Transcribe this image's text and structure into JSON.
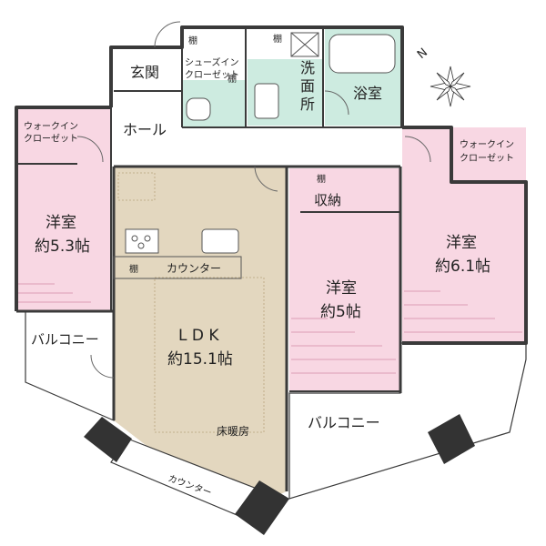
{
  "rooms": {
    "entrance": "玄関",
    "hall": "ホール",
    "shoes_closet": "シューズイン\nクローゼット",
    "shelf_top1": "棚",
    "shelf_top2": "棚",
    "shelf_top3": "棚",
    "washroom": "洗\n面\n所",
    "bathroom": "浴室",
    "wic_left": "ウォークイン\nクローゼット",
    "wic_right": "ウォークイン\nクローゼット",
    "western_left": "洋室",
    "western_left_size": "約5.3帖",
    "western_center": "洋室",
    "western_center_size": "約5帖",
    "western_right": "洋室",
    "western_right_size": "約6.1帖",
    "ldk": "L D K",
    "ldk_size": "約15.1帖",
    "floor_heating": "床暖房",
    "kitchen_shelf": "棚",
    "kitchen_counter": "カウンター",
    "storage_shelf": "棚",
    "storage": "収納",
    "balcony_left": "バルコニー",
    "balcony_right": "バルコニー",
    "bottom_counter": "カウンター"
  },
  "compass": {
    "label": "N"
  },
  "colors": {
    "ldk": "#e3d7bf",
    "bedroom": "#f8d7e3",
    "wet": "#cdebe0",
    "wall": "#3a3a3a",
    "pillar": "#333333"
  }
}
